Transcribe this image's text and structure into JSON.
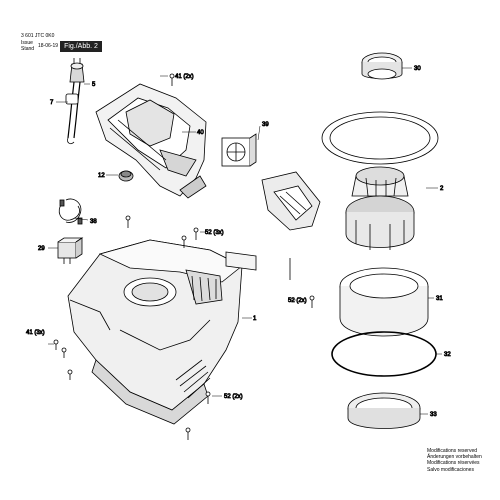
{
  "header": {
    "doc_number": "3 601 JTC 0K0",
    "issue_label": "Issue",
    "stand_label": "Stand",
    "date": "18-06-19",
    "fig_label": "Fig./Abb. 2"
  },
  "callouts": {
    "c2": "2",
    "c1": "1",
    "c5": "5",
    "c7": "7",
    "c12": "12",
    "c29": "29",
    "c30": "30",
    "c31": "31",
    "c32": "32",
    "c33": "33",
    "c38": "38",
    "c39": "39",
    "c40": "40",
    "c41a": "41 (2x)",
    "c41b": "41 (3x)",
    "c52a": "52 (3x)",
    "c52b": "52 (2x)",
    "c52c": "52 (2x)"
  },
  "footer": {
    "line1": "Modifications reserved",
    "line2": "Änderungen vorbehalten",
    "line3": "Modifications réservées",
    "line4": "Salvo modificaciones"
  }
}
